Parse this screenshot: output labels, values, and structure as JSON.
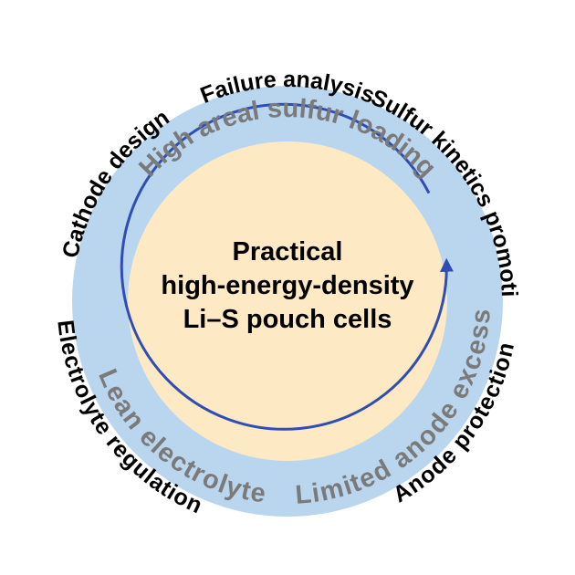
{
  "center": {
    "lines": [
      "Practical",
      "high-energy-density",
      "Li–S pouch cells"
    ]
  },
  "ring": {
    "top": "High areal sulfur loading",
    "bottom_left": "Lean electrolyte",
    "bottom_right": "Limited anode excess"
  },
  "outer": {
    "top": "Failure analysis",
    "left": "Cathode design",
    "right": "Sulfur kinetics promotion",
    "bottom_left": "Electrolyte regulation",
    "bottom_right": "Anode protection"
  },
  "colors": {
    "ring_fill": "#bad6ef",
    "core_fill": "#fdeac4",
    "cycle_arrow": "#2f4db5",
    "ring_text": "#7a7a7a",
    "text": "#000000"
  }
}
